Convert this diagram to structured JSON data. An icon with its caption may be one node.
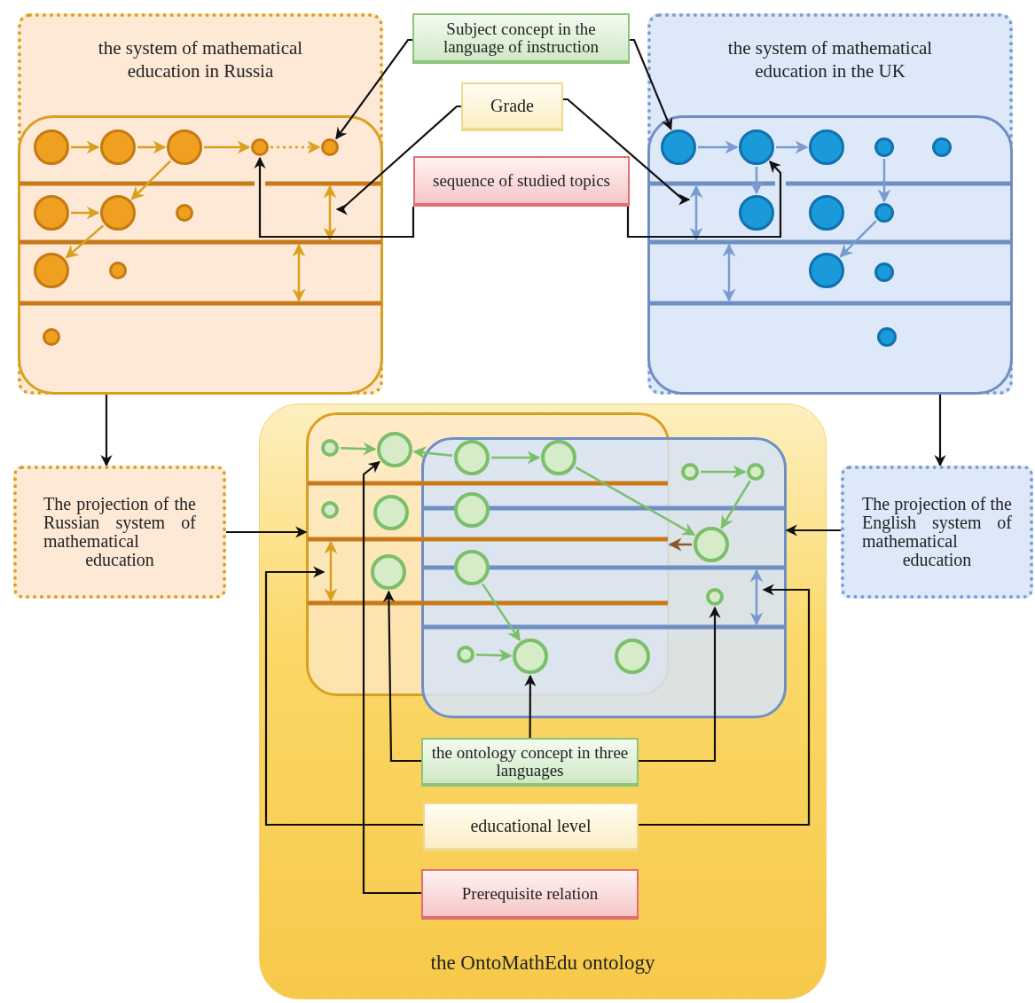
{
  "diagram": {
    "nodes": [
      {
        "text": [
          "the system of mathematical education in Russia"
        ]
      },
      {
        "text": [
          "Subject concept in the language of instruction"
        ]
      },
      {
        "text": [
          "Grade"
        ]
      },
      {
        "text": [
          "the system of mathematical education in the UK"
        ]
      },
      {
        "text": [
          "sequence of studied topics"
        ]
      },
      {
        "text": [],
        "shape": "box",
        "in": 0
      },
      {
        "text": [],
        "shape": "circle",
        "in": 5
      },
      {
        "text": [],
        "shape": "circle",
        "in": 5
      },
      {
        "text": [],
        "shape": "circle",
        "in": 5
      },
      {
        "text": [],
        "shape": "circle",
        "in": 5
      },
      {
        "text": [],
        "shape": "circle",
        "in": 5
      },
      {
        "text": [],
        "shape": "circle",
        "in": 5
      },
      {
        "text": [],
        "shape": "circle",
        "in": 5
      },
      {
        "text": [],
        "shape": "circle",
        "in": 5
      },
      {
        "text": [],
        "shape": "circle",
        "in": 5
      },
      {
        "text": [],
        "shape": "circle",
        "in": 5
      },
      {
        "text": [],
        "shape": "circle",
        "in": 5
      },
      {
        "text": [],
        "shape": "arrow",
        "in": 5
      },
      {
        "text": [],
        "shape": "box",
        "in": 3
      },
      {
        "text": [],
        "shape": "circle",
        "in": 18
      },
      {
        "text": [],
        "shape": "circle",
        "in": 18
      },
      {
        "text": [],
        "shape": "circle",
        "in": 18
      },
      {
        "text": [],
        "shape": "circle",
        "in": 18
      },
      {
        "text": [],
        "shape": "circle",
        "in": 18
      },
      {
        "text": [],
        "shape": "circle",
        "in": 18
      },
      {
        "text": [],
        "shape": "circle",
        "in": 18
      },
      {
        "text": [],
        "shape": "circle",
        "in": 18
      },
      {
        "text": [],
        "shape": "circle",
        "in": 18
      },
      {
        "text": [],
        "shape": "circle",
        "in": 18
      },
      {
        "text": [],
        "shape": "circle",
        "in": 18
      },
      {
        "text": [],
        "shape": "arrow",
        "in": 18
      },
      {
        "text": [
          "The projection of the Russian system of mathematical education"
        ]
      },
      {
        "text": [
          "the OntoMathEdu ontology"
        ]
      },
      {
        "text": [
          "The projection of the English system of mathematical education"
        ]
      },
      {
        "text": [],
        "shape": "box",
        "in": 32
      },
      {
        "text": [],
        "shape": "box",
        "in": 32
      },
      {
        "text": [],
        "shape": "circle",
        "in": 34
      },
      {
        "text": [],
        "shape": "circle",
        "in": 34
      },
      {
        "text": [],
        "shape": "circle"
      },
      {
        "text": [],
        "shape": "circle"
      },
      {
        "text": [],
        "shape": "circle",
        "in": 35
      },
      {
        "text": [],
        "shape": "circle",
        "in": 35
      },
      {
        "text": [],
        "shape": "circle",
        "in": 34
      },
      {
        "text": [],
        "shape": "circle",
        "in": 34
      },
      {
        "text": [],
        "shape": "circle"
      },
      {
        "text": [],
        "shape": "circle",
        "in": 35
      },
      {
        "text": [],
        "shape": "circle",
        "in": 34
      },
      {
        "text": [],
        "shape": "circle"
      },
      {
        "text": [],
        "shape": "circle",
        "in": 35
      },
      {
        "text": [],
        "shape": "circle"
      },
      {
        "text": [],
        "shape": "circle"
      },
      {
        "text": [],
        "shape": "circle"
      },
      {
        "text": [],
        "shape": "arrow",
        "in": 34
      },
      {
        "text": [],
        "shape": "arrow",
        "in": 35
      },
      {
        "text": [
          "the ontology concept in three languages"
        ],
        "in": 32
      },
      {
        "text": [
          "educational level"
        ],
        "in": 32
      },
      {
        "text": [
          "Prerequisite relation"
        ],
        "in": 32
      }
    ],
    "edges": [
      {
        "from": 1,
        "to": 10,
        "arrow": "to"
      },
      {
        "from": 1,
        "to": 19,
        "arrow": "to"
      },
      {
        "from": 2,
        "to": 17,
        "arrow": "to"
      },
      {
        "from": 2,
        "to": 30,
        "arrow": "to"
      },
      {
        "from": 4,
        "to": 9,
        "arrow": "to"
      },
      {
        "from": 4,
        "to": 20,
        "arrow": "to"
      },
      {
        "from": 6,
        "to": 7,
        "arrow": "to",
        "color": "#d9a020"
      },
      {
        "from": 7,
        "to": 8,
        "arrow": "to",
        "color": "#d9a020"
      },
      {
        "from": 8,
        "to": 9,
        "arrow": "to",
        "color": "#d9a020"
      },
      {
        "from": 9,
        "to": 10,
        "arrow": "to",
        "style": "dashed",
        "color": "#d9a020"
      },
      {
        "from": 8,
        "to": 12,
        "arrow": "to",
        "color": "#d9a020"
      },
      {
        "from": 11,
        "to": 12,
        "arrow": "to",
        "color": "#d9a020"
      },
      {
        "from": 12,
        "to": 14,
        "arrow": "to",
        "color": "#d9a020"
      },
      {
        "from": 19,
        "to": 20,
        "arrow": "to",
        "color": "#7b9bd0"
      },
      {
        "from": 20,
        "to": 21,
        "arrow": "to",
        "color": "#7b9bd0"
      },
      {
        "from": 20,
        "to": 24,
        "arrow": "to",
        "color": "#7b9bd0"
      },
      {
        "from": 22,
        "to": 26,
        "arrow": "to",
        "color": "#7b9bd0"
      },
      {
        "from": 26,
        "to": 27,
        "arrow": "to",
        "color": "#7b9bd0"
      },
      {
        "from": 5,
        "to": 31,
        "arrow": "to"
      },
      {
        "from": 18,
        "to": 33,
        "arrow": "to"
      },
      {
        "from": 31,
        "to": 34,
        "arrow": "to"
      },
      {
        "from": 33,
        "to": 35,
        "arrow": "to"
      },
      {
        "from": 36,
        "to": 37,
        "arrow": "to",
        "color": "#7cbf6a"
      },
      {
        "from": 38,
        "to": 37,
        "arrow": "to",
        "color": "#7cbf6a"
      },
      {
        "from": 38,
        "to": 39,
        "arrow": "to",
        "color": "#7cbf6a"
      },
      {
        "from": 39,
        "to": 45,
        "arrow": "to",
        "color": "#7cbf6a"
      },
      {
        "from": 40,
        "to": 41,
        "arrow": "to",
        "color": "#7cbf6a"
      },
      {
        "from": 41,
        "to": 45,
        "arrow": "to",
        "color": "#7cbf6a"
      },
      {
        "from": 47,
        "to": 50,
        "arrow": "to",
        "color": "#7cbf6a"
      },
      {
        "from": 49,
        "to": 50,
        "arrow": "to",
        "color": "#7cbf6a"
      },
      {
        "from": 45,
        "to": 34,
        "arrow": "to",
        "color": "#8b5a2b"
      },
      {
        "from": 54,
        "to": 50,
        "arrow": "to"
      },
      {
        "from": 54,
        "to": 46,
        "arrow": "to"
      },
      {
        "from": 54,
        "to": 48,
        "arrow": "to"
      },
      {
        "from": 55,
        "to": 52,
        "arrow": "to"
      },
      {
        "from": 55,
        "to": 53,
        "arrow": "to"
      },
      {
        "from": 56,
        "to": 37,
        "arrow": "to"
      }
    ]
  }
}
